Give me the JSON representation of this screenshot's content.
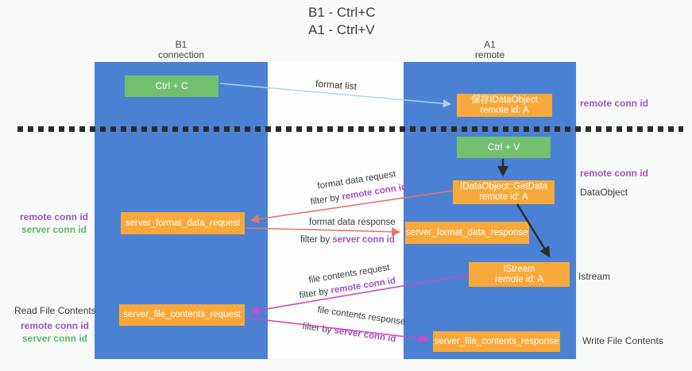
{
  "title": {
    "line1": "B1 - Ctrl+C",
    "line2": "A1 - Ctrl+V"
  },
  "lifelines": {
    "left": {
      "title": "B1",
      "subtitle": "connection"
    },
    "right": {
      "title": "A1",
      "subtitle": "remote"
    }
  },
  "nodes": {
    "ctrl_c": {
      "label": "Ctrl + C"
    },
    "saved_dataobject": {
      "line1": "保存IDataObject",
      "line2": "remote id: A"
    },
    "ctrl_v": {
      "label": "Ctrl + V"
    },
    "getdata": {
      "line1": "IDataObject::GetData",
      "line2": "remote id: A"
    },
    "format_request": {
      "label": "server_format_data_request"
    },
    "format_response": {
      "label": "server_format_data_response"
    },
    "istream": {
      "line1": "IStream",
      "line2": "remote id: A"
    },
    "file_request": {
      "label": "server_file_contents_request"
    },
    "file_response": {
      "label": "server_file_contents_response"
    }
  },
  "flow_labels": {
    "format_list": "format list",
    "format_data_request": "format data request",
    "format_data_request_filter": {
      "prefix": "filter by ",
      "id": "remote conn id"
    },
    "format_data_response": "format data response",
    "format_data_response_filter": {
      "prefix": "filter by ",
      "id": "server conn id"
    },
    "file_contents_request": "file contents request",
    "file_contents_request_filter": {
      "prefix": "filter by ",
      "id": "remote conn id"
    },
    "file_contents_response": "file contents response",
    "file_contents_response_filter": {
      "prefix": "filter by ",
      "id": "server conn id"
    }
  },
  "side_labels": {
    "right": [
      {
        "text": "remote conn id"
      },
      {
        "text": "remote conn id"
      },
      {
        "text": "DataObject"
      },
      {
        "text": "Istream"
      },
      {
        "text": "Write File Contents"
      }
    ],
    "left_top": [
      {
        "text": "remote conn id"
      },
      {
        "text": "server conn id"
      }
    ],
    "left_bottom": [
      {
        "text": "Read File Contents"
      },
      {
        "text": "remote conn id"
      },
      {
        "text": "server conn id"
      }
    ]
  },
  "colors": {
    "lifeline_blue": "#4b81d3",
    "box_orange": "#f9a93b",
    "box_green": "#72c06f",
    "text_purple": "#a352c6",
    "text_green": "#58b966",
    "arrow_red": "#e7746b",
    "arrow_magenta": "#cf49c5",
    "arrow_lightblue": "#a9d3f2",
    "arrow_black": "#2b2b2b"
  }
}
